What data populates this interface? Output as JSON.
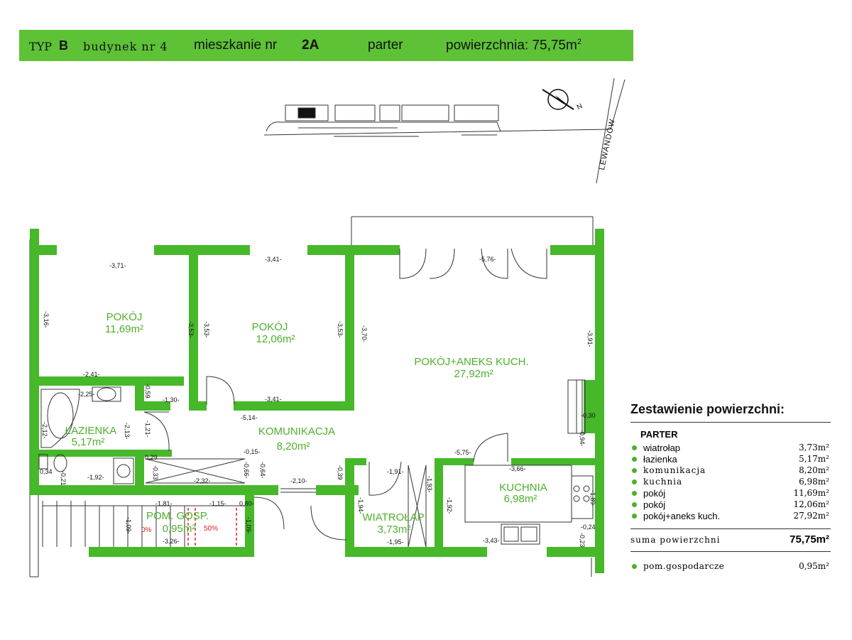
{
  "header": {
    "typ": "TYP",
    "typ_letter": "B",
    "building": "budynek nr 4",
    "apartment_label": "mieszkanie nr",
    "apartment_no": "2A",
    "floor": "parter",
    "area_label": "powierzchnia: 75,75m",
    "area_sup": "2"
  },
  "site": {
    "street": "LEWANDÓW",
    "compass": "N"
  },
  "rooms": [
    {
      "name": "POKÓJ",
      "area": "11,69m²"
    },
    {
      "name": "POKÓJ",
      "area": "12,06m²"
    },
    {
      "name": "POKÓJ+ANEKS KUCH.",
      "area": "27,92m²"
    },
    {
      "name": "ŁAZIENKA",
      "area": "5,17m²"
    },
    {
      "name": "KOMUNIKACJA",
      "area": "8,20m²"
    },
    {
      "name": "KUCHNIA",
      "area": "6,98m²"
    },
    {
      "name": "POM. GOSP.",
      "area": "0,95m²"
    },
    {
      "name": "WIATROŁAP",
      "area": "3,73m²"
    }
  ],
  "stair_marks": {
    "left": "0%",
    "right": "50%"
  },
  "dimensions": {
    "d371": "-3,71-",
    "d341a": "-3,41-",
    "d576": "-5,76-",
    "d241": "-2,41-",
    "d225": "-2,25-",
    "d130": "-1,30-",
    "d341b": "-3,41-",
    "d514": "-5,14-",
    "d015": "-0,15-",
    "d575": "-5,75-",
    "d366": "-3,66-",
    "d191": "-1,91-",
    "d192h": "-1,92-",
    "d232": "-2,32-",
    "d210": "-2,10-",
    "d181": "-1,81-",
    "d115": "-1,15-",
    "d080": "0,80-",
    "d326": "-3,26-",
    "d195": "-1,95-",
    "d343": "-3,43-",
    "d030": "-0,30",
    "d024": "-0,24",
    "v316": "-3,16-",
    "v353a": "-3,53-",
    "v353b": "-3,53-",
    "v353c": "-3,53-",
    "v370": "-3,70-",
    "v391": "-3,91-",
    "v059": "-0,59",
    "v121": "-1,21-",
    "v213": "-2,13-",
    "v212": "-2,12-",
    "v029": "0,29",
    "v033": "-0,33",
    "v066": "-0,66-",
    "v064": "-0,64-",
    "v039": "-0,39",
    "v034": "0,34",
    "v021": "-0,21",
    "v109a": "-1,09-",
    "v109b": "-1,09-",
    "v194": "-1,94-",
    "v193": "-1,93-",
    "v192": "-1,92-",
    "v094": "-0,94-",
    "v189": "-1,89-",
    "v023": "-0,23"
  },
  "summary": {
    "title": "Zestawienie powierzchni:",
    "section": "PARTER",
    "rows": [
      {
        "label": "wiatrołap",
        "value": "3,73m²"
      },
      {
        "label": "łazienka",
        "value": "5,17m²"
      },
      {
        "label": "komunikacja",
        "value": "8,20m²"
      },
      {
        "label": "kuchnia",
        "value": "6,98m²"
      },
      {
        "label": "pokój",
        "value": "11,69m²"
      },
      {
        "label": "pokój",
        "value": "12,06m²"
      },
      {
        "label": "pokój+aneks kuch.",
        "value": "27,92m²"
      }
    ],
    "total_label": "suma powierzchni",
    "total_value": "75,75m²",
    "extra_label": "pom.gospodarcze",
    "extra_value": "0,95m²"
  },
  "colors": {
    "wall": "#46b82a",
    "header": "#5ec237",
    "text_green": "#4db02b"
  }
}
